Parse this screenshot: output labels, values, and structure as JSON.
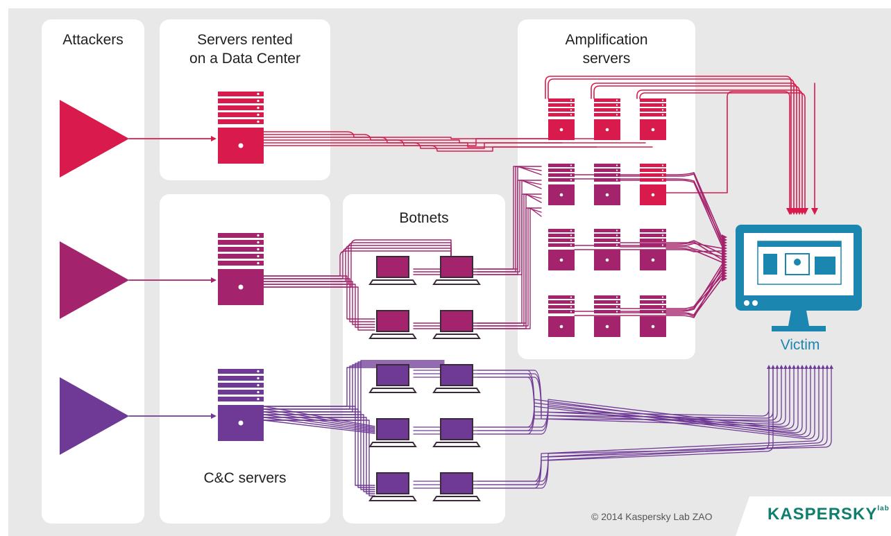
{
  "labels": {
    "attackers": "Attackers",
    "datacenter": "Servers rented\non a Data Center",
    "amplification": "Amplification\nservers",
    "botnets": "Botnets",
    "cnc": "C&C servers",
    "victim": "Victim"
  },
  "footer": {
    "copyright": "© 2014 Kaspersky Lab ZAO",
    "logo": "KASPERSKY",
    "logo_suffix": "lab"
  },
  "colors": {
    "background": "#e8e8e8",
    "panel": "#ffffff",
    "red": "#d81a4c",
    "magenta": "#a3236d",
    "purple": "#6f3a96",
    "victim": "#1b86b0",
    "logo": "#0f7f6d"
  },
  "icons": {
    "attacker": "triangle-icon",
    "server": "server-icon",
    "bot": "laptop-icon",
    "victim": "monitor-icon"
  }
}
